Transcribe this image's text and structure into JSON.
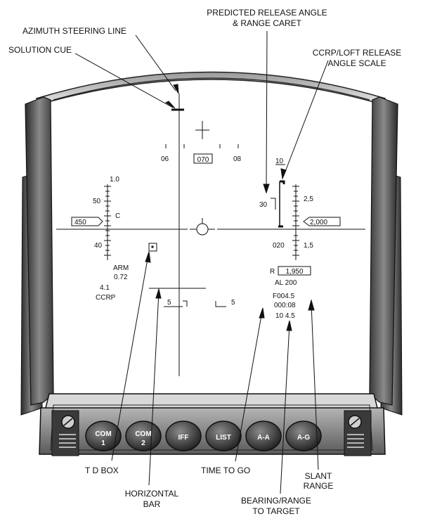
{
  "callouts": {
    "predicted_release_angle": [
      "PREDICTED RELEASE ANGLE",
      "& RANGE CARET"
    ],
    "azimuth_steering_line": "AZIMUTH STEERING LINE",
    "solution_cue": "SOLUTION CUE",
    "ccrp_loft_scale": [
      "CCRP/LOFT RELEASE",
      "ANGLE SCALE"
    ],
    "td_box": "T D BOX",
    "time_to_go": "TIME TO GO",
    "slant_range": [
      "SLANT",
      "RANGE"
    ],
    "horizontal_bar": [
      "HORIZONTAL",
      "BAR"
    ],
    "bearing_range": [
      "BEARING/RANGE",
      "TO TARGET"
    ]
  },
  "hud": {
    "heading": {
      "left": "06",
      "current": "070",
      "right": "08"
    },
    "left_scale": {
      "top": "1.0",
      "mid": "50",
      "bottom": "40",
      "marker": "C"
    },
    "airspeed": "450",
    "right_scale": {
      "top_box": "10",
      "left_value": "30",
      "top": "2,5",
      "bottom": "1,5",
      "lower": "020"
    },
    "altitude": "2,000",
    "left_block": {
      "arm": "ARM",
      "mach": "0.72",
      "g": "4.1",
      "mode": "CCRP"
    },
    "range_readout": {
      "label": "R",
      "value": "1,950"
    },
    "right_block": {
      "al": "AL  200",
      "f": "F004.5",
      "time": "000:08",
      "brg": "10  4.5"
    },
    "pitch_left": "5",
    "pitch_right": "5"
  },
  "buttons": [
    {
      "line1": "COM",
      "line2": "1"
    },
    {
      "line1": "COM",
      "line2": "2"
    },
    {
      "line1": "IFF",
      "line2": ""
    },
    {
      "line1": "LIST",
      "line2": ""
    },
    {
      "line1": "A-A",
      "line2": ""
    },
    {
      "line1": "A-G",
      "line2": ""
    }
  ]
}
